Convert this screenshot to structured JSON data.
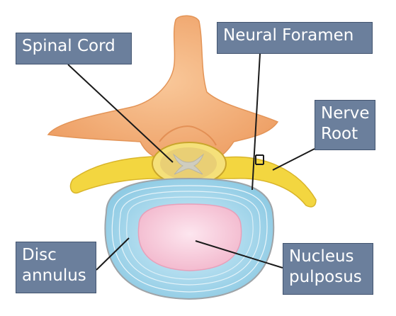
{
  "labels": {
    "spinal_cord": "Spinal Cord",
    "neural_foramen": "Neural Foramen",
    "nerve_root": [
      "Nerve",
      "Root"
    ],
    "disc_annulus": [
      "Disc",
      "annulus"
    ],
    "nucleus_pulposus": [
      "Nucleus",
      "pulposus"
    ]
  },
  "colors": {
    "bone": "#f4b07a",
    "bone_dark": "#e0894e",
    "nerve": "#f3d640",
    "cord_inner": "#e8c96a",
    "disc_outer": "#bfe3f3",
    "disc_ring": "#8ccbe6",
    "nucleus": "#f6c6d8",
    "label_bg": "#6b7f9c"
  }
}
